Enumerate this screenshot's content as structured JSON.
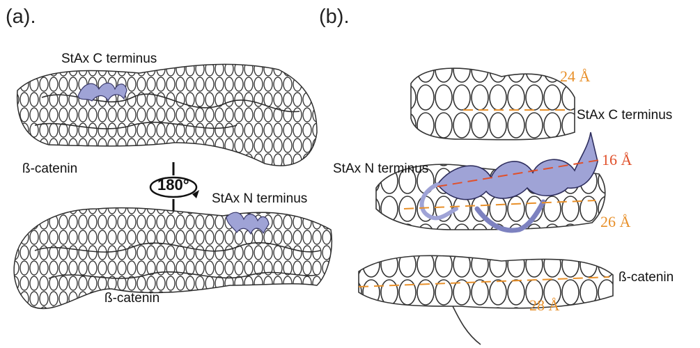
{
  "panel_a": {
    "label": "(a).",
    "top_structure_label": "StAx C terminus",
    "bottom_structure_label": "StAx N terminus",
    "catenin_label_top": "ß-catenin",
    "catenin_label_bottom": "ß-catenin",
    "rotation_label": "180°"
  },
  "panel_b": {
    "label": "(b).",
    "c_terminus_label": "StAx C terminus",
    "n_terminus_label": "StAx N terminus",
    "catenin_label": "ß-catenin",
    "distances": [
      "24 Å",
      "16 Å",
      "26 Å",
      "28 Å"
    ]
  },
  "colors": {
    "helix_outline": "#3a3a3a",
    "stax_peptide": "#9fa3d6",
    "distance_orange": "#e8902a",
    "distance_red": "#e0502a"
  }
}
